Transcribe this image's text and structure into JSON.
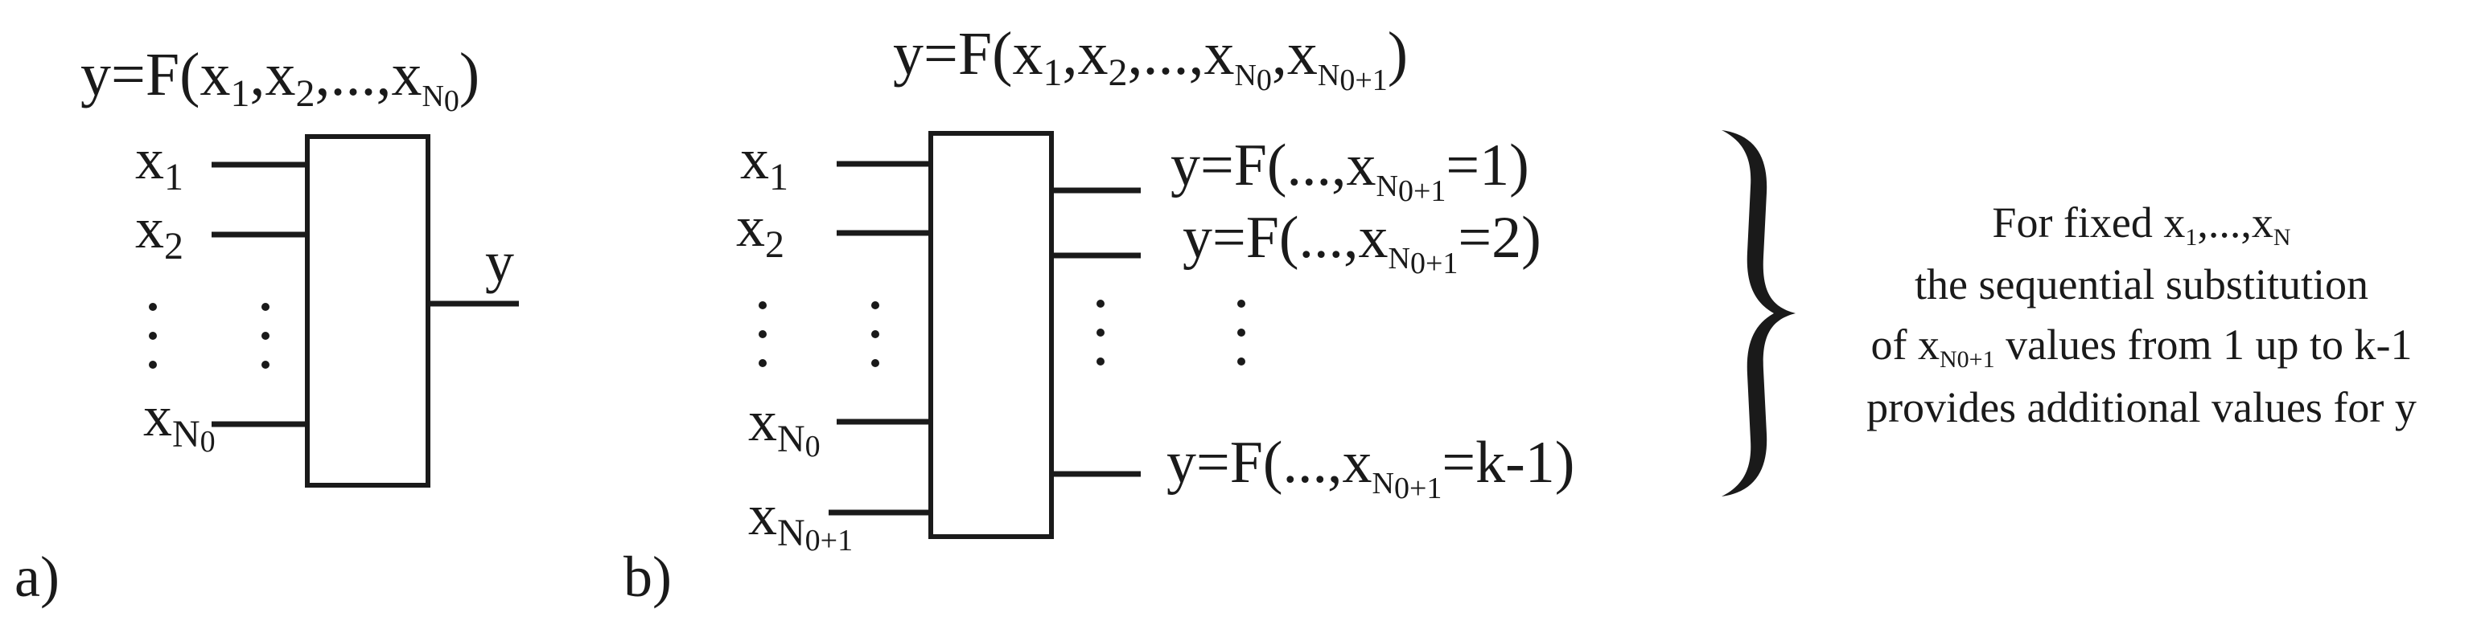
{
  "panel_a": {
    "label": "a)",
    "equation": {
      "pre": "y=F(x",
      "s1": "1",
      "c1": ",x",
      "s2": "2",
      "c2": ",...,x",
      "sN": "N",
      "s0": "0",
      "close": ")"
    },
    "inputs": [
      {
        "base": "x",
        "sub": "1"
      },
      {
        "base": "x",
        "sub": "2"
      },
      {
        "base": "x",
        "sub": "N",
        "sub2": "0"
      }
    ],
    "output": "y"
  },
  "panel_b": {
    "label": "b)",
    "equation": {
      "pre": "y=F(x",
      "s1": "1",
      "c1": ",x",
      "s2": "2",
      "c2": ",...,x",
      "sN": "N",
      "s0": "0",
      "c3": ",x",
      "sN2": "N",
      "s02": "0+1",
      "close": ")"
    },
    "inputs": [
      {
        "base": "x",
        "sub": "1"
      },
      {
        "base": "x",
        "sub": "2"
      },
      {
        "base": "x",
        "sub": "N",
        "sub2": "0"
      },
      {
        "base": "x",
        "sub": "N",
        "sub2": "0+1"
      }
    ],
    "outputs": [
      {
        "pre": "y=F(...,x",
        "sub": "N",
        "sub2": "0+1",
        "post": "=1)"
      },
      {
        "pre": "y=F(...,x",
        "sub": "N",
        "sub2": "0+1",
        "post": "=2)"
      },
      {
        "pre": "y=F(...,x",
        "sub": "N",
        "sub2": "0+1",
        "post": "=k-1)"
      }
    ]
  },
  "note": {
    "line1_pre": "For fixed x",
    "line1_s1": "1",
    "line1_mid": ",...,x",
    "line1_sN": "N",
    "line2": "the sequential substitution",
    "line3_pre": "of x",
    "line3_sub": "N0+1",
    "line3_post": " values from 1 up to k-1",
    "line4": "provides additional values for y"
  }
}
